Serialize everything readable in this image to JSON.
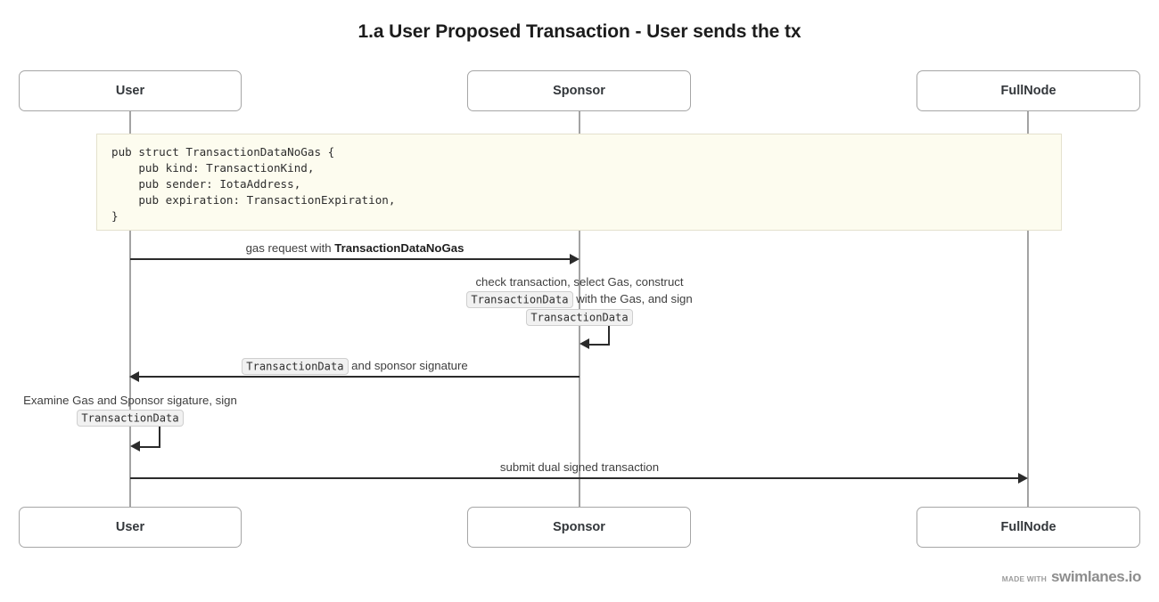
{
  "diagram": {
    "title": "1.a User Proposed Transaction - User sends the tx",
    "type": "sequence-diagram"
  },
  "participants": [
    {
      "id": "user",
      "label": "User"
    },
    {
      "id": "sponsor",
      "label": "Sponsor"
    },
    {
      "id": "fullnode",
      "label": "FullNode"
    }
  ],
  "note": {
    "code": "pub struct TransactionDataNoGas {\n    pub kind: TransactionKind,\n    pub sender: IotaAddress,\n    pub expiration: TransactionExpiration,\n}"
  },
  "messages": [
    {
      "id": "gas-request",
      "from": "user",
      "to": "sponsor",
      "direction": "right",
      "kind": "arrow",
      "label_plain": "gas request with TransactionDataNoGas",
      "label_prefix": "gas request with ",
      "label_bold": "TransactionDataNoGas"
    },
    {
      "id": "sponsor-self",
      "from": "sponsor",
      "to": "sponsor",
      "direction": "self",
      "kind": "self-loop",
      "label_line1": "check transaction, select Gas, construct",
      "label_line2_chip": "TransactionData",
      "label_line2_text": " with the Gas, and sign",
      "label_line3_chip": "TransactionData",
      "label_plain": "check transaction, select Gas, construct TransactionData with the Gas, and sign TransactionData"
    },
    {
      "id": "return-signed",
      "from": "sponsor",
      "to": "user",
      "direction": "left",
      "kind": "arrow",
      "label_chip": "TransactionData",
      "label_text": " and sponsor signature",
      "label_plain": "TransactionData and sponsor signature"
    },
    {
      "id": "user-self",
      "from": "user",
      "to": "user",
      "direction": "self",
      "kind": "self-loop",
      "label_line1": "Examine Gas and Sponsor sigature, sign",
      "label_line2_chip": "TransactionData",
      "label_plain": "Examine Gas and Sponsor sigature, sign TransactionData"
    },
    {
      "id": "submit-dual-signed",
      "from": "user",
      "to": "fullnode",
      "direction": "right",
      "kind": "arrow",
      "label_plain": "submit dual signed transaction"
    }
  ],
  "footer": {
    "made_with": "MADE WITH",
    "brand": "swimlanes.io"
  },
  "colors": {
    "lifeline": "#a3a3a3",
    "arrow": "#2b2b2b",
    "participant_border": "#a6a6a6",
    "note_background": "#fdfcef",
    "note_border": "#e4e1cd",
    "chip_background": "#f1f1f1",
    "text": "#3f3f3f"
  }
}
